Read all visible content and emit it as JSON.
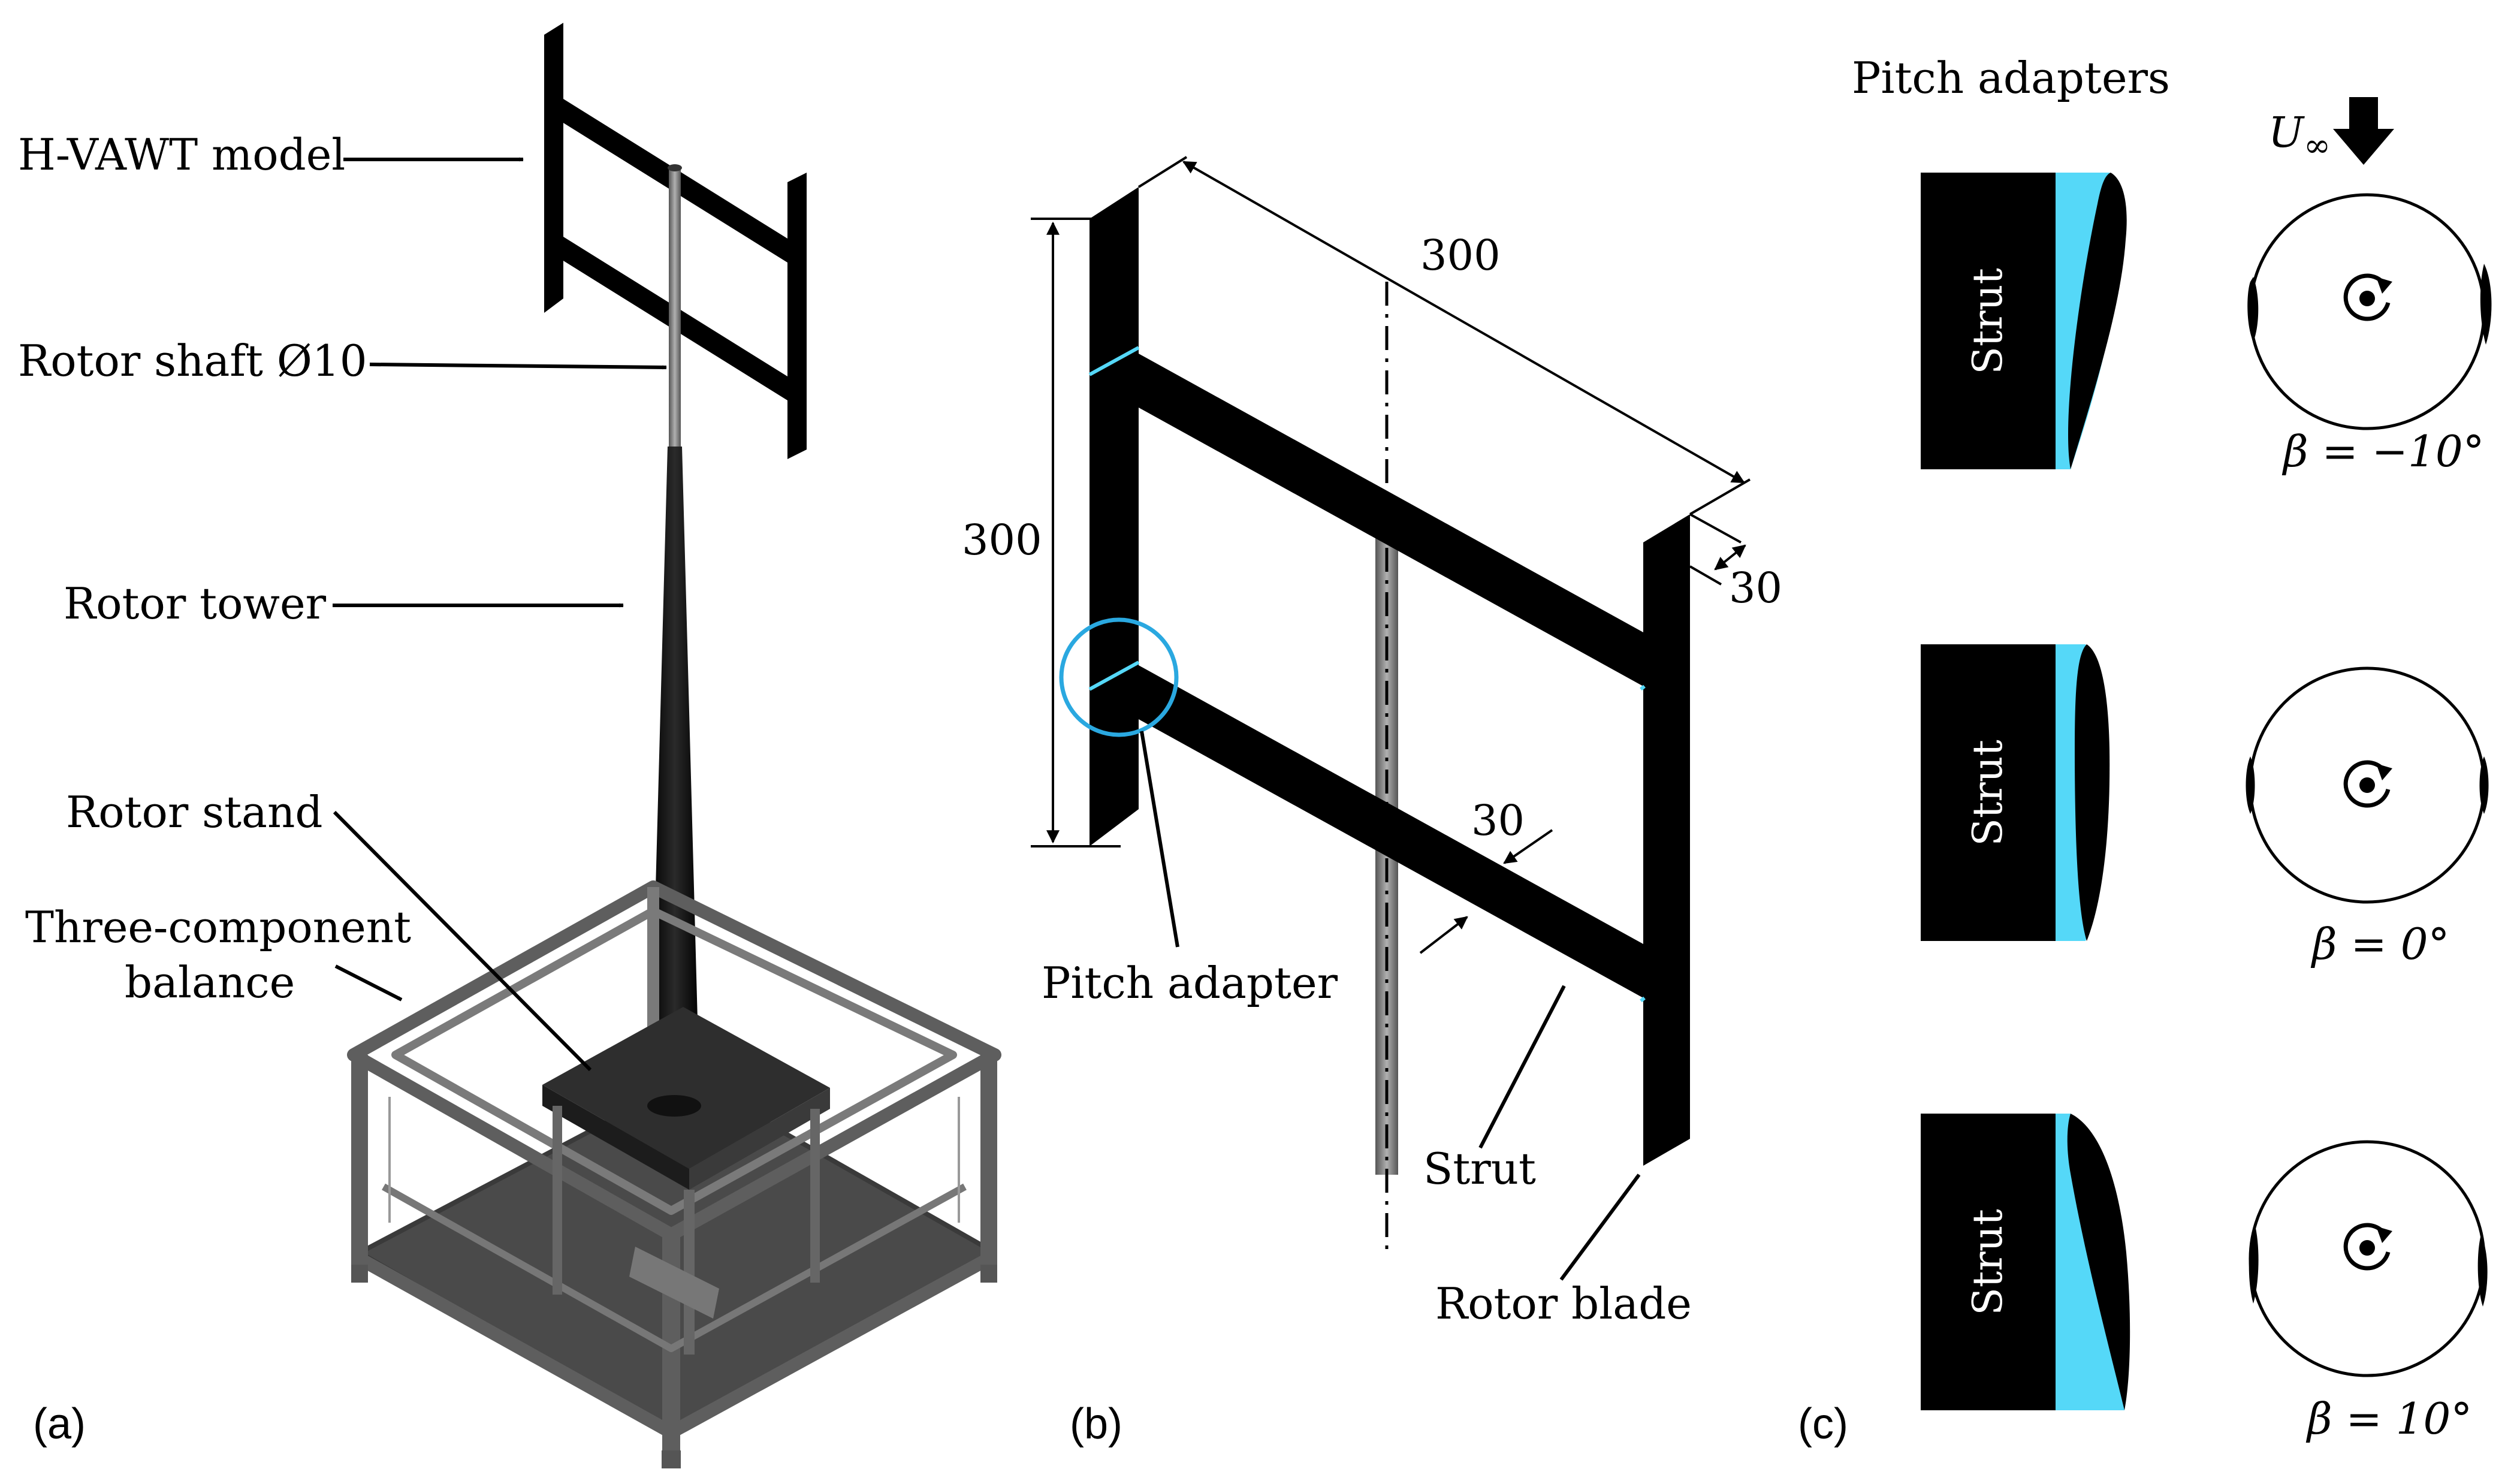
{
  "panel_a": {
    "letter": "(a)",
    "labels": {
      "model": "H-VAWT model",
      "shaft": "Rotor shaft Ø10",
      "tower": "Rotor tower",
      "stand": "Rotor stand",
      "balance_line1": "Three-component",
      "balance_line2": "balance"
    }
  },
  "panel_b": {
    "letter": "(b)",
    "dim_diameter": "300",
    "dim_height": "300",
    "dim_blade_chord": "30",
    "dim_strut_chord": "30",
    "labels": {
      "pitch_adapter": "Pitch adapter",
      "strut": "Strut",
      "rotor_blade": "Rotor blade"
    }
  },
  "panel_c": {
    "letter": "(c)",
    "title": "Pitch adapters",
    "strut_label": "Strut",
    "freestream_symbol": "U",
    "freestream_subscript": "∞",
    "rows": [
      {
        "beta": "β = −10°"
      },
      {
        "beta": "β = 0°"
      },
      {
        "beta": "β = 10°"
      }
    ]
  },
  "colors": {
    "body": "#000000",
    "adapter": "#55D8F8",
    "highlight_ring": "#2AA8E0",
    "shaft": "#8A8A8A",
    "frame": "#6E6E6E"
  }
}
